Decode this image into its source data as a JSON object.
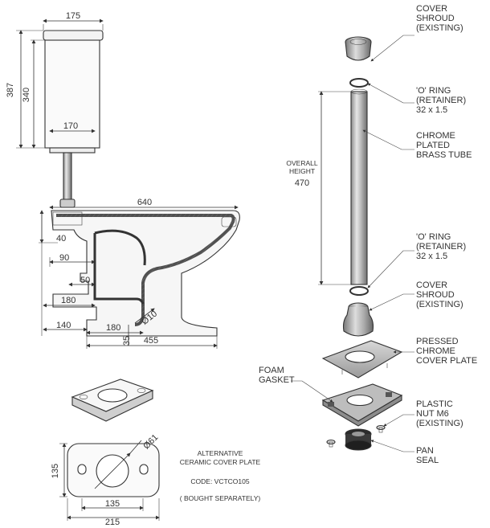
{
  "toilet_dims": {
    "width_top": "175",
    "height_total": "387",
    "height_cistern": "340",
    "cistern_base": "170",
    "length": "640",
    "d40": "40",
    "d90": "90",
    "d50": "50",
    "d180_left": "180",
    "d140": "140",
    "d180_bottom": "180",
    "d35": "35",
    "d455": "455",
    "radius": "Ø10"
  },
  "plate_dims": {
    "diameter": "Ø61",
    "height": "135",
    "inner_width": "135",
    "outer_width": "215"
  },
  "plate_note": {
    "line1": "ALTERNATIVE",
    "line2": "CERAMIC COVER PLATE",
    "code": "CODE: VCTCO105",
    "bought": "( BOUGHT SEPARATELY)"
  },
  "overall_height": {
    "line1": "OVERALL",
    "line2": "HEIGHT",
    "value": "470"
  },
  "parts": {
    "cover_shroud_top": [
      "COVER",
      "SHROUD",
      "(EXISTING)"
    ],
    "o_ring_top": [
      "'O' RING",
      "(RETAINER)",
      "32 x 1.5"
    ],
    "chrome_tube": [
      "CHROME",
      "PLATED",
      "BRASS TUBE"
    ],
    "o_ring_bottom": [
      "'O' RING",
      "(RETAINER)",
      "32 x 1.5"
    ],
    "cover_shroud_bottom": [
      "COVER",
      "SHROUD",
      "(EXISTING)"
    ],
    "cover_plate": [
      "PRESSED",
      "CHROME",
      "COVER PLATE"
    ],
    "foam_gasket": [
      "FOAM",
      "GASKET"
    ],
    "plastic_nut": [
      "PLASTIC",
      "NUT M6",
      "(EXISTING)"
    ],
    "pan_seal": [
      "PAN",
      "SEAL"
    ]
  }
}
